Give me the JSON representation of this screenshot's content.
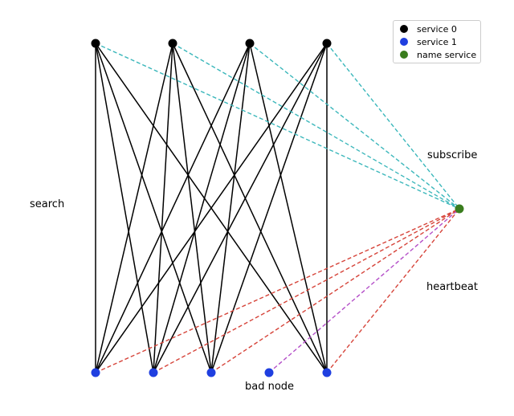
{
  "labels": {
    "search": "search",
    "subscribe": "subscribe",
    "heartbeat": "heartbeat",
    "bad_node": "bad node"
  },
  "legend": [
    {
      "label": "service 0",
      "color": "#000000"
    },
    {
      "label": "service 1",
      "color": "#1f3fe0"
    },
    {
      "label": "name service",
      "color": "#3a7d1e"
    }
  ],
  "colors": {
    "search_edge": "#000000",
    "subscribe_edge": "#3bb7bb",
    "heartbeat_edge": "#d6443a",
    "bad_node_edge": "#b44fc8"
  },
  "nodes": {
    "top": [
      "service 0",
      "service 0",
      "service 0",
      "service 0"
    ],
    "bottom": [
      "service 1",
      "service 1",
      "service 1",
      "service 1 (bad node)",
      "service 1"
    ],
    "right": "name service"
  },
  "edges": {
    "search_top_to_bottom": [
      [
        0,
        0
      ],
      [
        0,
        1
      ],
      [
        0,
        2
      ],
      [
        0,
        4
      ],
      [
        1,
        0
      ],
      [
        1,
        1
      ],
      [
        1,
        2
      ],
      [
        1,
        4
      ],
      [
        2,
        0
      ],
      [
        2,
        1
      ],
      [
        2,
        2
      ],
      [
        2,
        4
      ],
      [
        3,
        0
      ],
      [
        3,
        1
      ],
      [
        3,
        2
      ],
      [
        3,
        4
      ]
    ],
    "subscribe_top": [
      0,
      1,
      2,
      3
    ],
    "heartbeat_bottom": [
      0,
      1,
      2,
      4
    ],
    "bad_node_bottom": [
      3
    ]
  }
}
